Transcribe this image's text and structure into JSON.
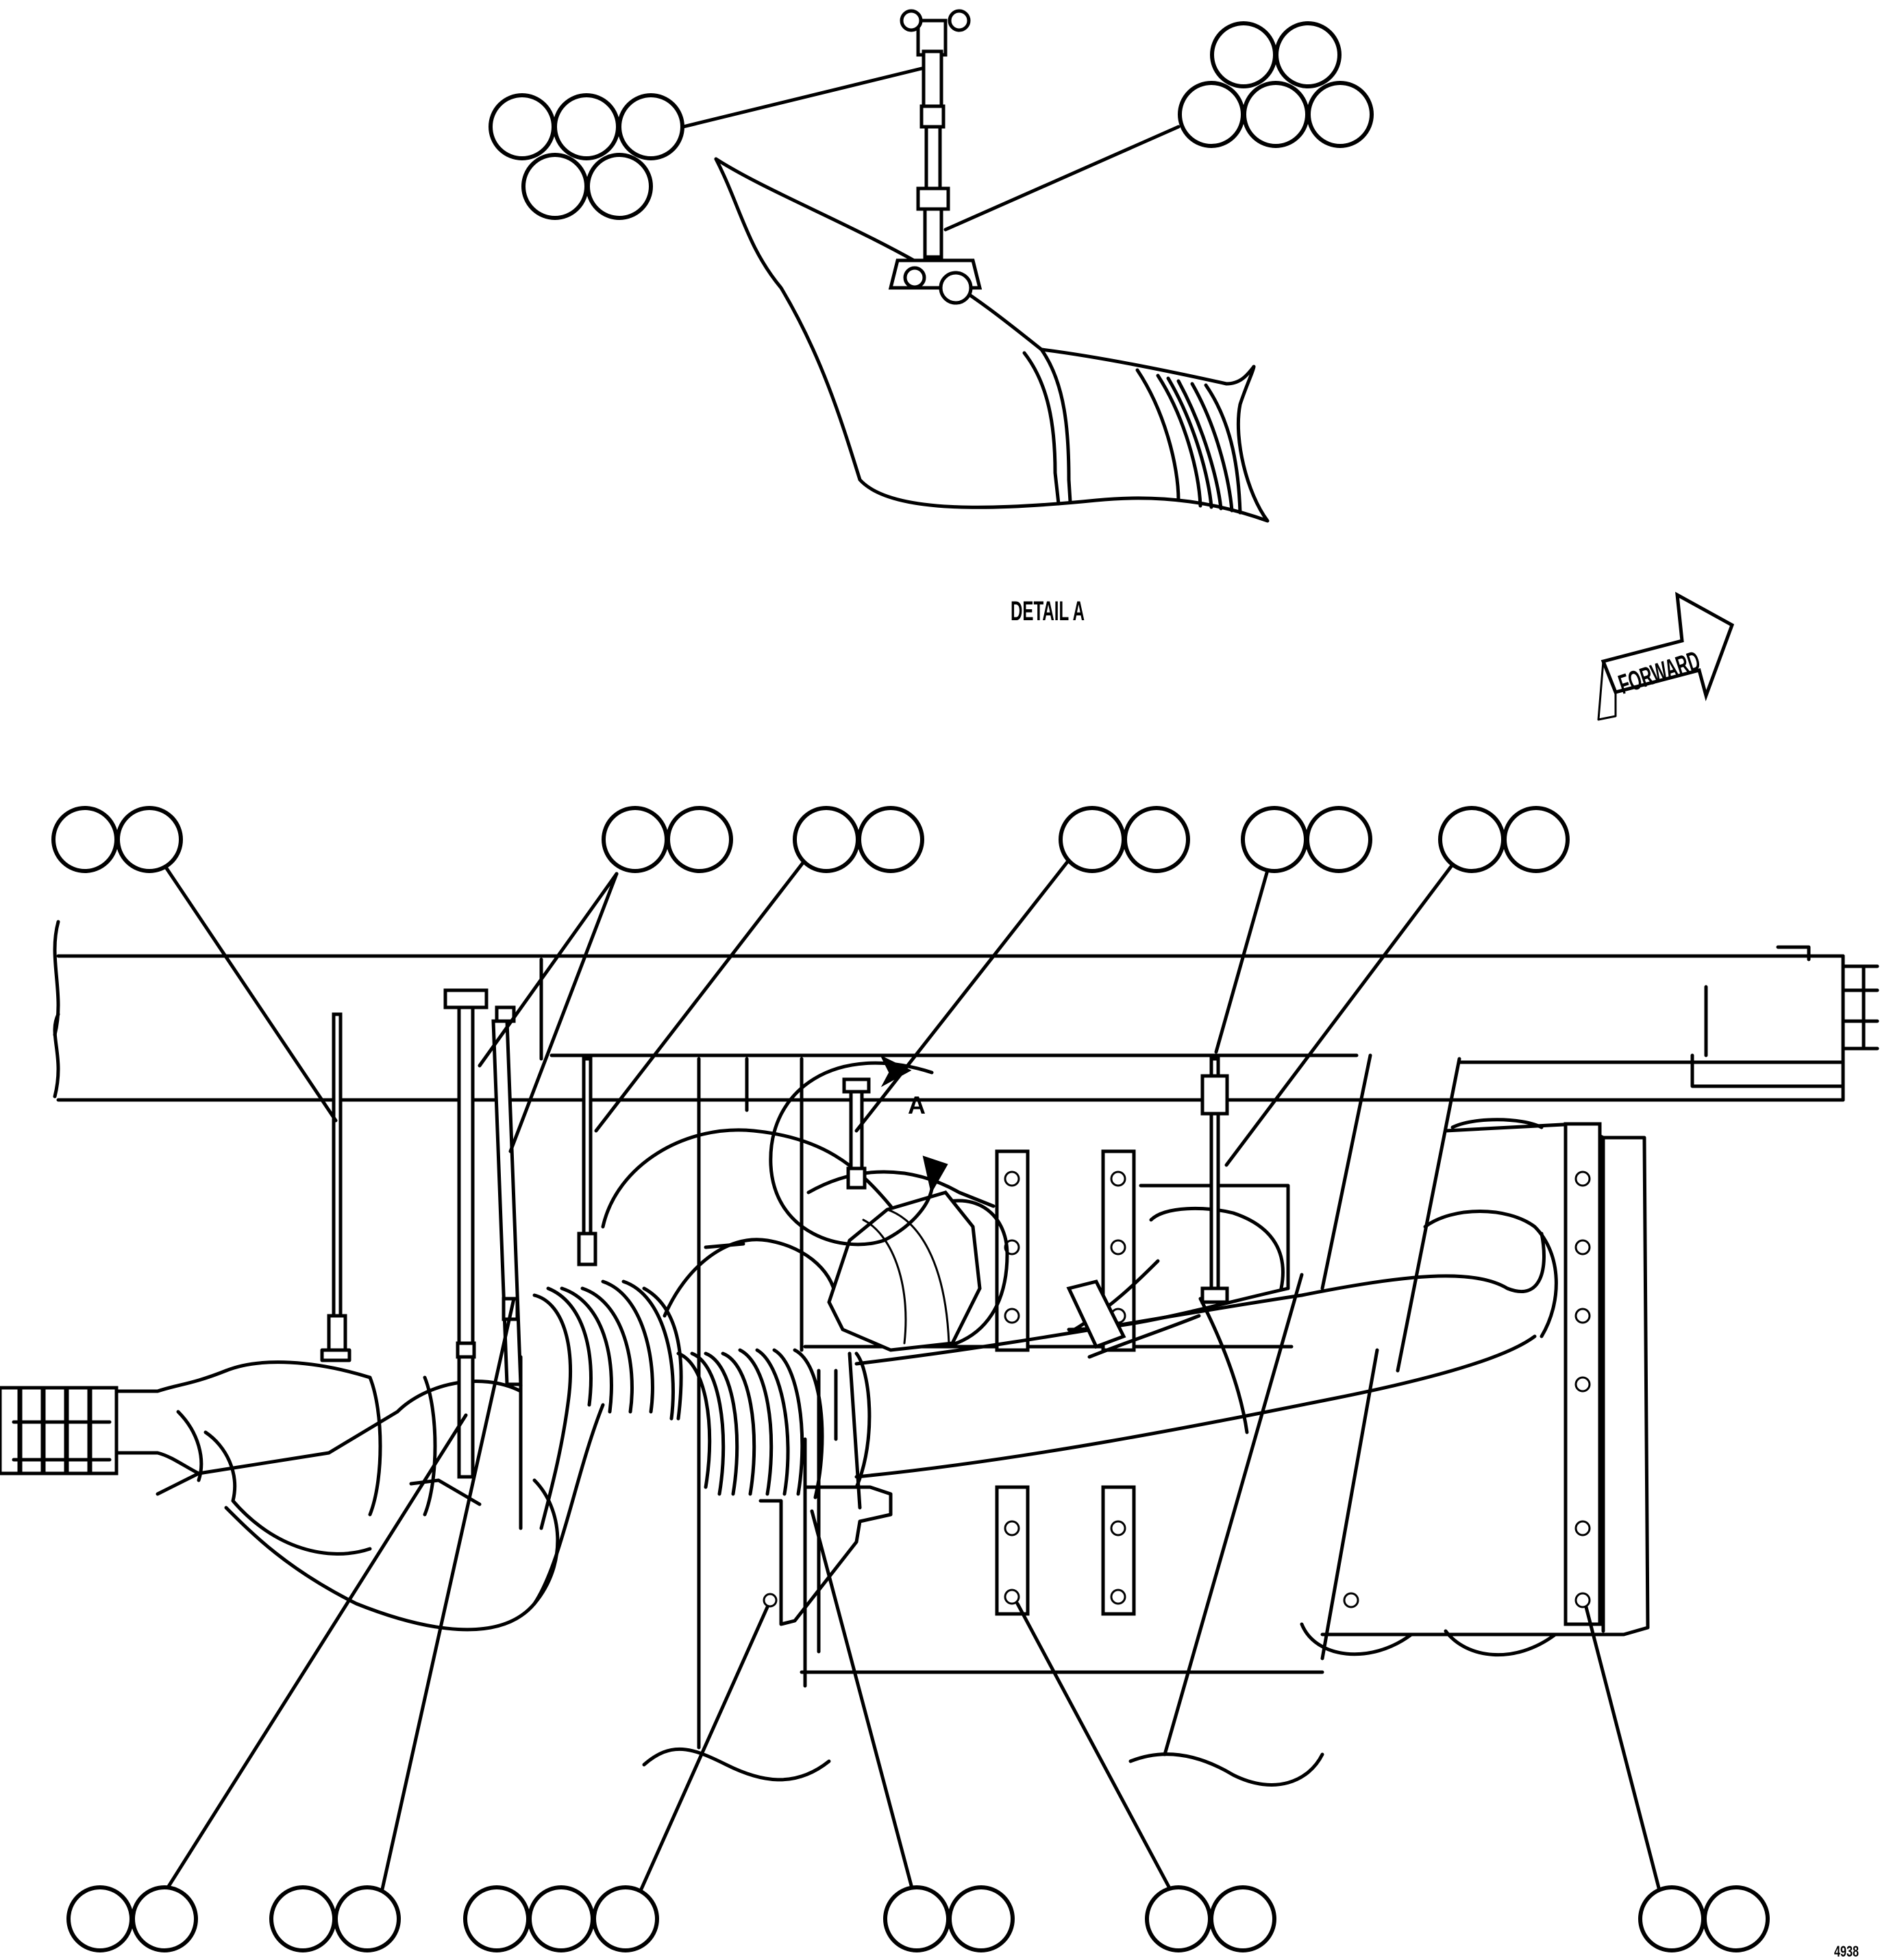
{
  "detail_label": "DETAIL A",
  "view_marker": "A",
  "forward_label": "FORWARD",
  "drawing_number": "4938"
}
